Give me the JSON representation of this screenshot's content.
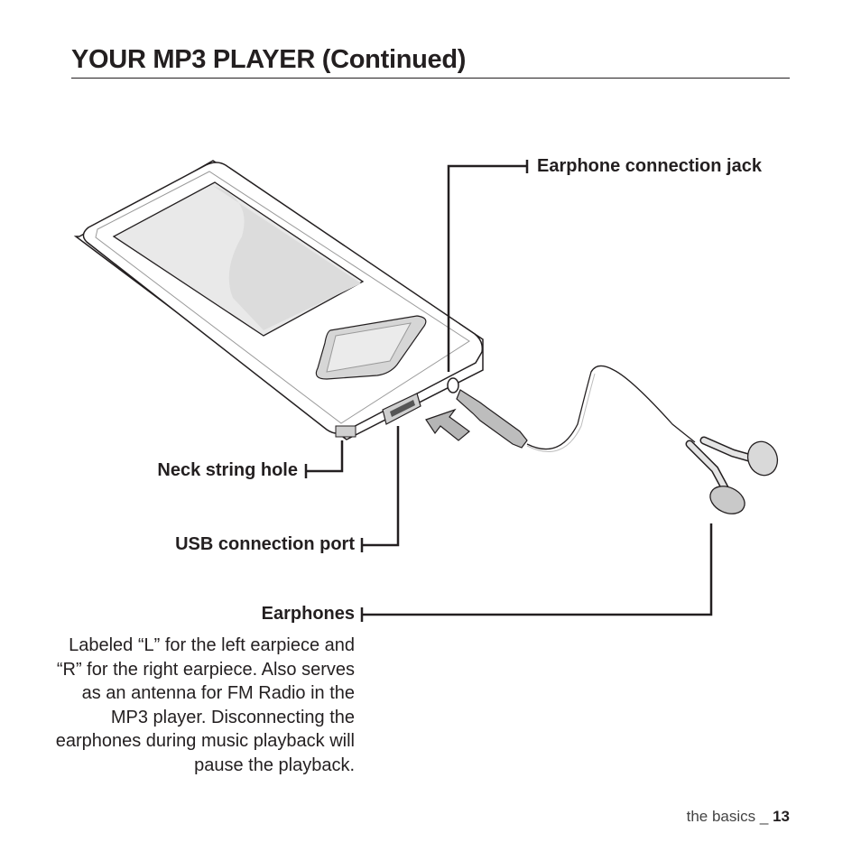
{
  "page": {
    "title": "YOUR MP3 PLAYER (Continued)"
  },
  "labels": {
    "earphone_jack": "Earphone connection jack",
    "neck_string_hole": "Neck string hole",
    "usb_port": "USB connection port",
    "earphones": "Earphones"
  },
  "earphones_description": "Labeled “L” for the left earpiece and “R” for the right earpiece. Also serves as an antenna for FM Radio in the MP3 player. Disconnecting the earphones during music playback will pause the playback.",
  "footer": {
    "section": "the basics _ ",
    "page_number": "13"
  }
}
